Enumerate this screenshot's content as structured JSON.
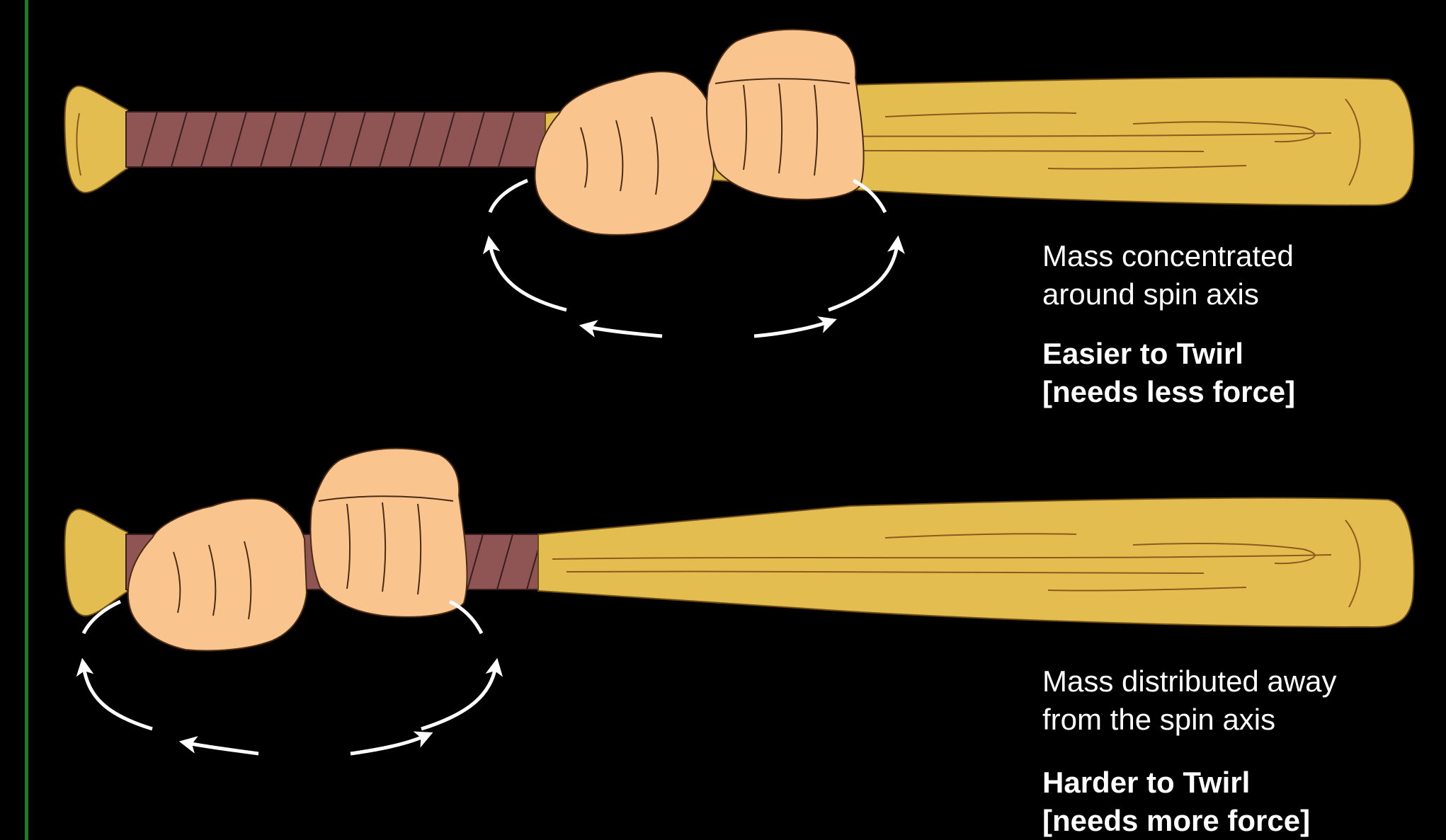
{
  "colors": {
    "background": "#000000",
    "accent_rule": "#1f7a2a",
    "bat_wood": "#e3bd4f",
    "bat_grain": "#8a5a1e",
    "grip_tape": "#8f5554",
    "hand_skin": "#f9c48e",
    "arrow": "#ffffff",
    "text": "#ffffff"
  },
  "icons": {
    "top_bat": "baseball-bat-gripped-near-barrel",
    "bottom_bat": "baseball-bat-gripped-at-handle",
    "rotation_arrows": "circular-twirl-arrows"
  },
  "top_example": {
    "description_lines": [
      "Mass concentrated",
      "around spin axis"
    ],
    "result_lines": [
      "Easier to Twirl",
      "[needs less force]"
    ]
  },
  "bottom_example": {
    "description_lines": [
      "Mass distributed away",
      "from the spin axis"
    ],
    "result_lines": [
      "Harder to Twirl",
      "[needs more force]"
    ]
  }
}
